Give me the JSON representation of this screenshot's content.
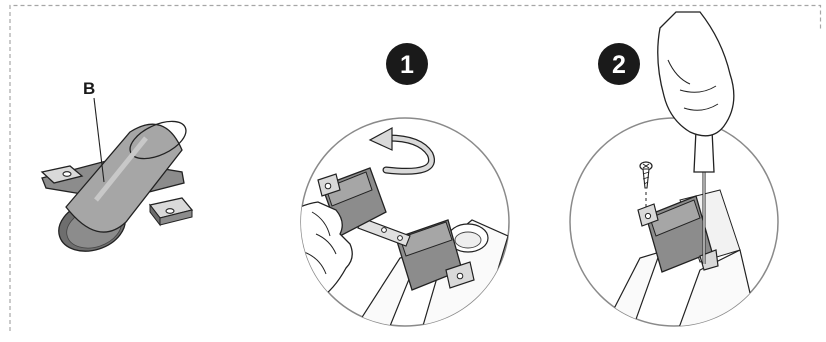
{
  "part_label": "B",
  "steps": [
    {
      "number": "1"
    },
    {
      "number": "2"
    }
  ],
  "colors": {
    "frame_border": "#a6a6a6",
    "badge": "#1a1a1a",
    "clip_fill": "#a6a6a6",
    "clip_dark": "#6e6e6e",
    "line": "#222222",
    "circle_stroke": "#8a8a8a"
  },
  "icons": [
    "rotate-arrow-icon",
    "screw-icon",
    "screwdriver-icon",
    "hand-icon"
  ]
}
